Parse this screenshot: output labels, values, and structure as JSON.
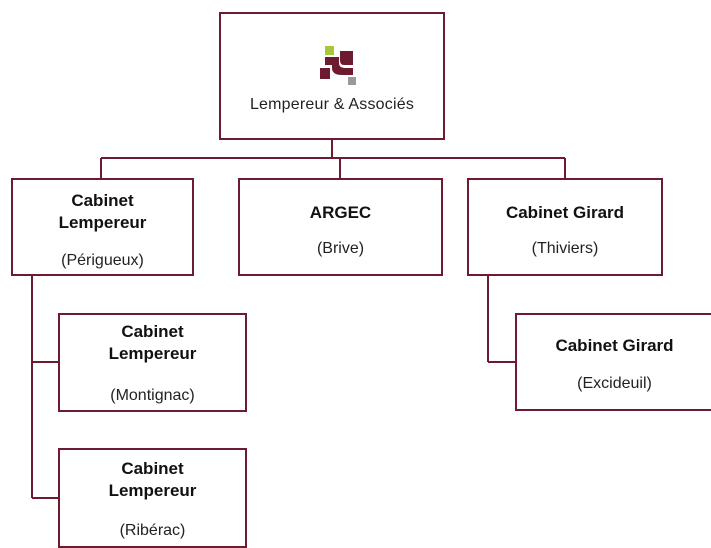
{
  "colors": {
    "border": "#6e1a30",
    "logo_maroon": "#6e1a30",
    "logo_green": "#a8c63a",
    "logo_gray": "#9a9a9a"
  },
  "root": {
    "logo_icon": "lempereur-logo",
    "label": "Lempereur & Associés"
  },
  "offices": {
    "perigueux": {
      "name_line1": "Cabinet",
      "name_line2": "Lempereur",
      "location": "(Périgueux)"
    },
    "brive": {
      "name": "ARGEC",
      "location": "(Brive)"
    },
    "thiviers": {
      "name": "Cabinet Girard",
      "location": "(Thiviers)"
    },
    "montignac": {
      "name_line1": "Cabinet",
      "name_line2": "Lempereur",
      "location": "(Montignac)"
    },
    "riberac": {
      "name_line1": "Cabinet",
      "name_line2": "Lempereur",
      "location": "(Ribérac)"
    },
    "excideuil": {
      "name": "Cabinet Girard",
      "location": "(Excideuil)"
    }
  }
}
